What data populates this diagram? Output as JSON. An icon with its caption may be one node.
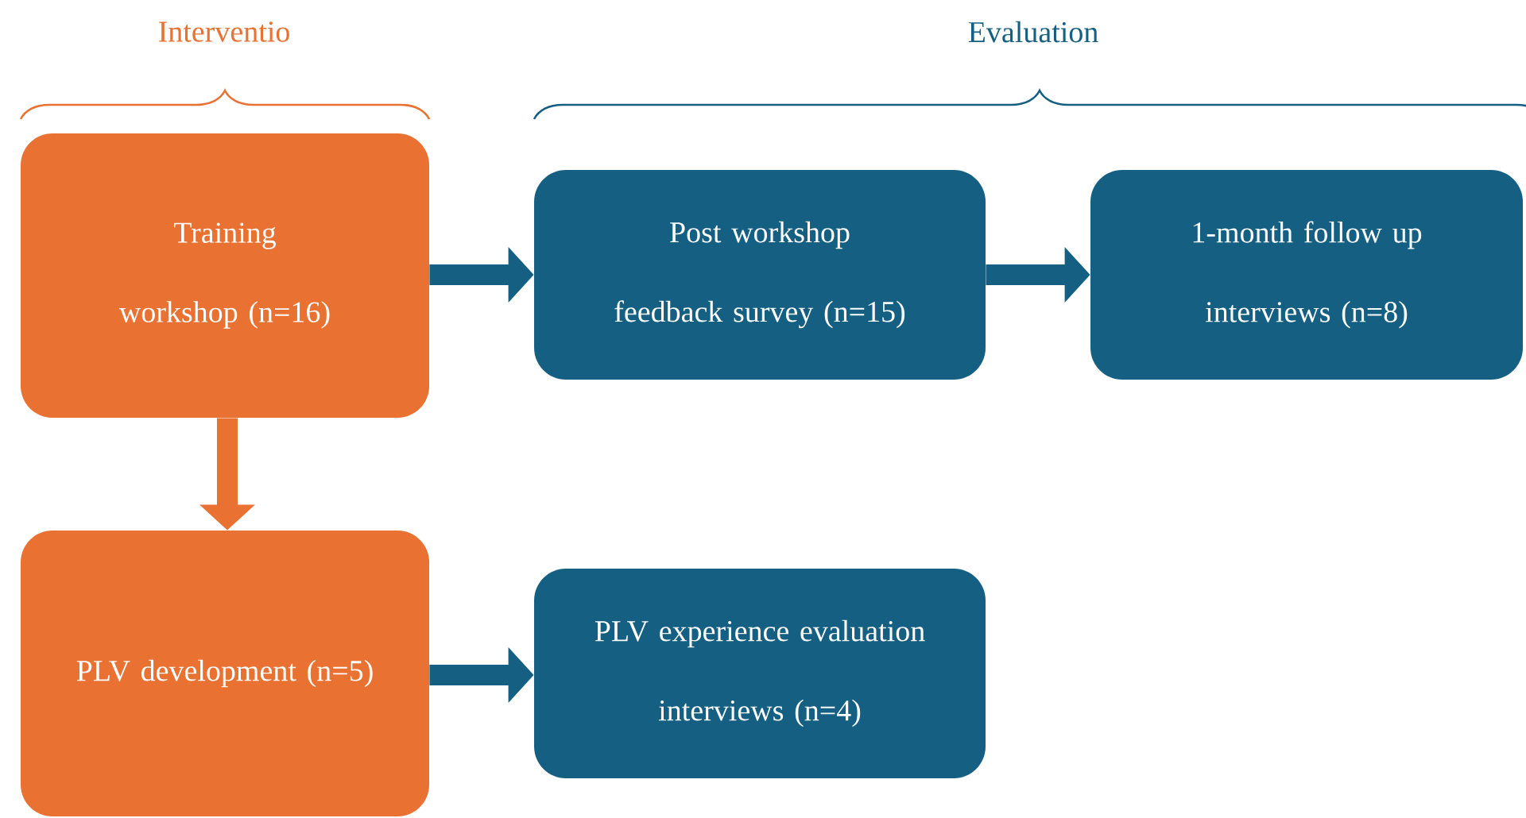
{
  "diagram": {
    "nodes": [
      {
        "text": [
          "Training workshop (n=16)"
        ]
      },
      {
        "text": [
          "Post workshop feedback survey (n=15)"
        ]
      },
      {
        "text": [
          "1-month follow up interviews (n=8)"
        ]
      },
      {
        "text": [
          "PLV development (n=5)"
        ]
      },
      {
        "text": [
          "PLV experience evaluation interviews (n=4)"
        ]
      }
    ],
    "edges": [
      {
        "from": 0,
        "to": 1,
        "arrow": "to"
      },
      {
        "from": 1,
        "to": 2,
        "arrow": "to"
      },
      {
        "from": 0,
        "to": 3,
        "arrow": "to",
        "color": "#e97132"
      },
      {
        "from": 3,
        "to": 4,
        "arrow": "to"
      }
    ],
    "labels": [
      "Interventio",
      "Evaluation"
    ]
  }
}
